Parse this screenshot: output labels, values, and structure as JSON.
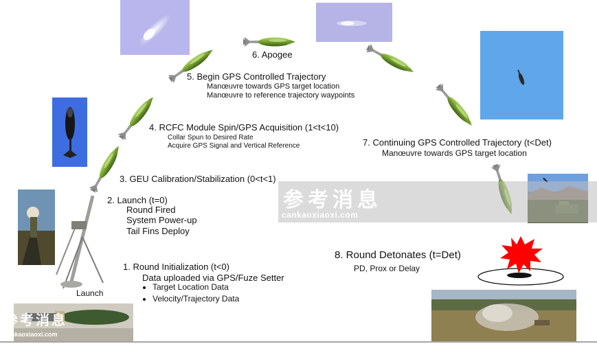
{
  "phases": {
    "p1": {
      "title": "1.  Round Initialization (t<0)",
      "sub": "Data uploaded via GPS/Fuze Setter",
      "bullets": [
        "Target Location Data",
        "Velocity/Trajectory Data"
      ]
    },
    "p2": {
      "title": "2.  Launch (t=0)",
      "lines": [
        "Round Fired",
        "System Power-up",
        "Tail Fins Deploy"
      ],
      "photo_label": "Launch"
    },
    "p3": {
      "title": "3.  GEU Calibration/Stabilization (0<t<1)"
    },
    "p4": {
      "title": "4.  RCFC Module Spin/GPS Acquisition (1<t<10)",
      "lines": [
        "Collar Spun to Desired Rate",
        "Acquire GPS Signal and Vertical Reference"
      ]
    },
    "p5": {
      "title": "5.  Begin GPS Controlled Trajectory",
      "lines": [
        "Manœuvre towards GPS target location",
        "Manœuvre to reference trajectory waypoints"
      ]
    },
    "p6": {
      "title": "6.  Apogee"
    },
    "p7": {
      "title": "7.    Continuing GPS Controlled Trajectory (t<Det)",
      "lines": [
        "Manœuvre towards GPS target location"
      ]
    },
    "p8": {
      "title": "8.  Round Detonates (t=Det)",
      "lines": [
        "PD, Prox or Delay"
      ]
    }
  },
  "watermark": {
    "cn": "参考消息",
    "url": "cankaoxiaoxi.com"
  },
  "colors": {
    "shell_body": "#6f9a2c",
    "shell_highlight": "#a9cf5e",
    "fin": "#9a9a9a",
    "burst": "#ff0000",
    "sky_blue": "#5fa6ea",
    "lavender": "#b6b3e6"
  }
}
